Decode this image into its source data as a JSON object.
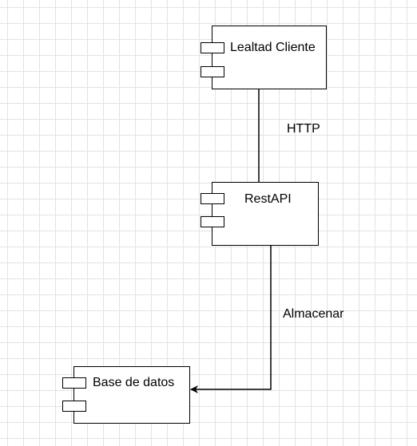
{
  "diagram": {
    "components": {
      "lealtad": {
        "label": "Lealtad Cliente"
      },
      "restapi": {
        "label": "RestAPI"
      },
      "basedatos": {
        "label": "Base de datos"
      }
    },
    "edges": {
      "http": {
        "label": "HTTP"
      },
      "almacenar": {
        "label": "Almacenar"
      }
    }
  }
}
